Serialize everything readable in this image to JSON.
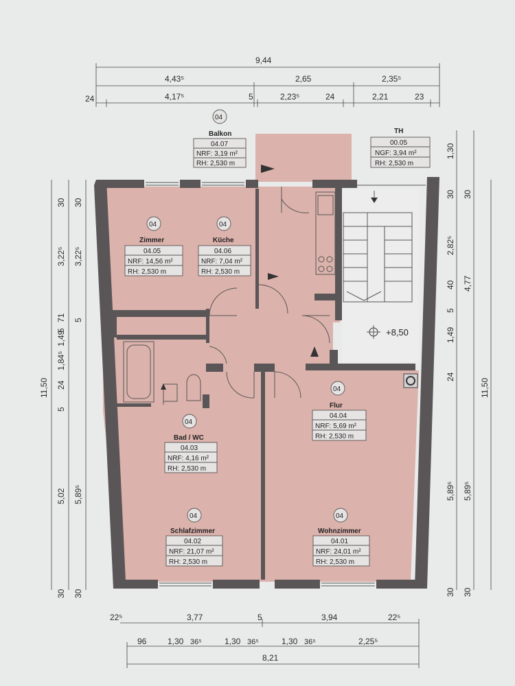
{
  "dims": {
    "top": [
      "9,44",
      "4,43⁵",
      "2,65",
      "2,35⁵",
      "24",
      "4,17⁵",
      "5",
      "2,23⁵",
      "24",
      "2,21",
      "23"
    ],
    "bottom": [
      "22⁵",
      "3,77",
      "5",
      "3,94",
      "22⁵",
      "96",
      "1,30",
      "36⁵",
      "1,30",
      "36⁵",
      "1,30",
      "36⁵",
      "2,25⁵",
      "8,21"
    ],
    "left": [
      "11,50",
      "30",
      "3,22⁵",
      "71",
      "1,49",
      "5",
      "1,84⁵",
      "24",
      "5",
      "5,02",
      "5,89⁵",
      "30",
      "30",
      "3,22⁵",
      "5",
      "30"
    ],
    "right": [
      "1,30",
      "30",
      "2,82⁵",
      "40",
      "5",
      "1,49",
      "24",
      "5,89⁵",
      "30",
      "30",
      "4,77",
      "5,89⁵",
      "30",
      "11,50"
    ]
  },
  "level": "+8,50",
  "rooms": [
    {
      "floor": "04",
      "name": "Balkon",
      "id": "04.07",
      "area": "NRF: 3,19 m²",
      "height": "RH: 2,530 m"
    },
    {
      "floor": "",
      "name": "TH",
      "id": "00.05",
      "area": "NGF: 3,94 m²",
      "height": "RH: 2,530 m"
    },
    {
      "floor": "04",
      "name": "Zimmer",
      "id": "04.05",
      "area": "NRF: 14,56 m²",
      "height": "RH: 2,530 m"
    },
    {
      "floor": "04",
      "name": "Küche",
      "id": "04.06",
      "area": "NRF: 7,04 m²",
      "height": "RH: 2,530 m"
    },
    {
      "floor": "04",
      "name": "Flur",
      "id": "04.04",
      "area": "NRF: 5,69 m²",
      "height": "RH: 2,530 m"
    },
    {
      "floor": "04",
      "name": "Bad / WC",
      "id": "04.03",
      "area": "NRF: 4,16 m²",
      "height": "RH: 2,530 m"
    },
    {
      "floor": "04",
      "name": "Schlafzimmer",
      "id": "04.02",
      "area": "NRF: 21,07 m²",
      "height": "RH: 2,530 m"
    },
    {
      "floor": "04",
      "name": "Wohnzimmer",
      "id": "04.01",
      "area": "NRF: 24,01 m²",
      "height": "RH: 2,530 m"
    }
  ],
  "colors": {
    "room_fill": "#dcb2ac",
    "wall": "#5a5657",
    "background": "#e9eaea"
  }
}
